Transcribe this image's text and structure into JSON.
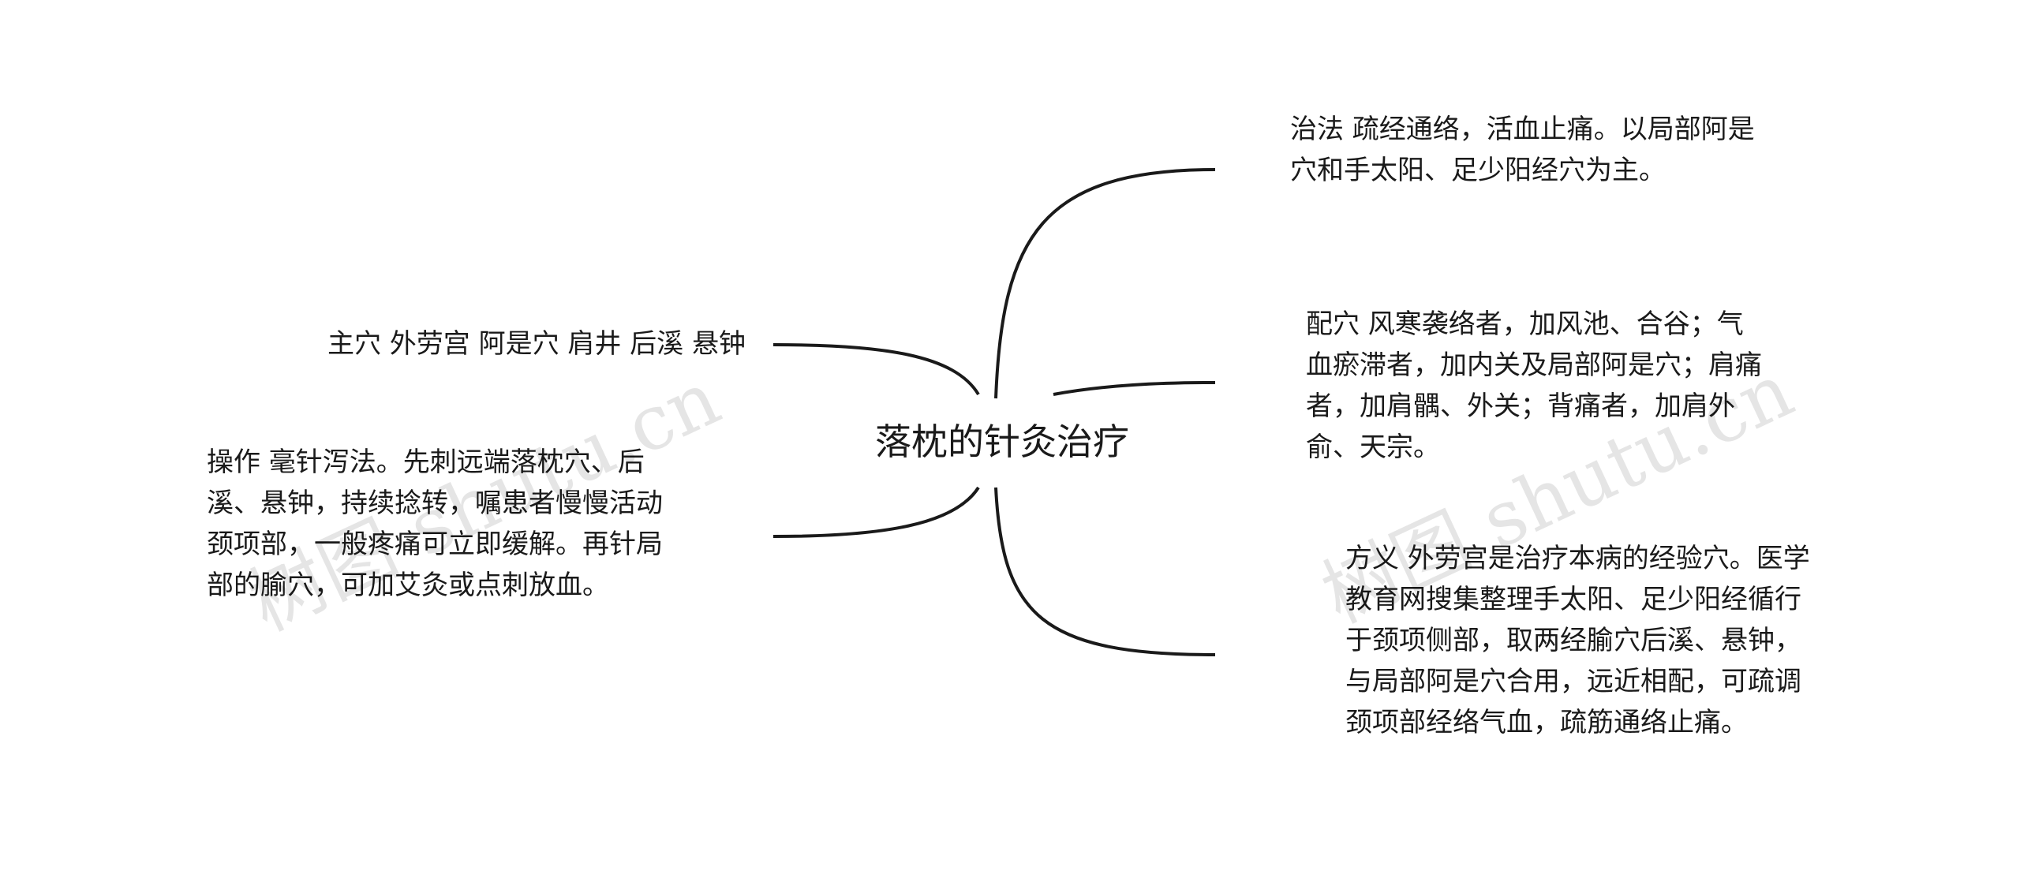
{
  "diagram": {
    "root": "落枕的针灸治疗",
    "nodes": {
      "treatment": "治法 疏经通络，活血止痛。以局部阿是穴和手太阳、足少阳经穴为主。",
      "combination": "配穴 风寒袭络者，加风池、合谷；气血瘀滞者，加内关及局部阿是穴；肩痛者，加肩髃、外关；背痛者，加肩外俞、天宗。",
      "rationale": "方义 外劳宫是治疗本病的经验穴。医学教育网搜集整理手太阳、足少阳经循行于颈项侧部，取两经腧穴后溪、悬钟，与局部阿是穴合用，远近相配，可疏调颈项部经络气血，疏筋通络止痛。",
      "main_points": "主穴 外劳宫 阿是穴 肩井 后溪 悬钟",
      "operation": "操作 毫针泻法。先刺远端落枕穴、后溪、悬钟，持续捻转，嘱患者慢慢活动颈项部，一般疼痛可立即缓解。再针局部的腧穴，可加艾灸或点刺放血。"
    },
    "line_color": "#1a1a1a"
  },
  "watermark": {
    "left": "树图 shutu.cn",
    "right": "树图 shutu.cn"
  }
}
